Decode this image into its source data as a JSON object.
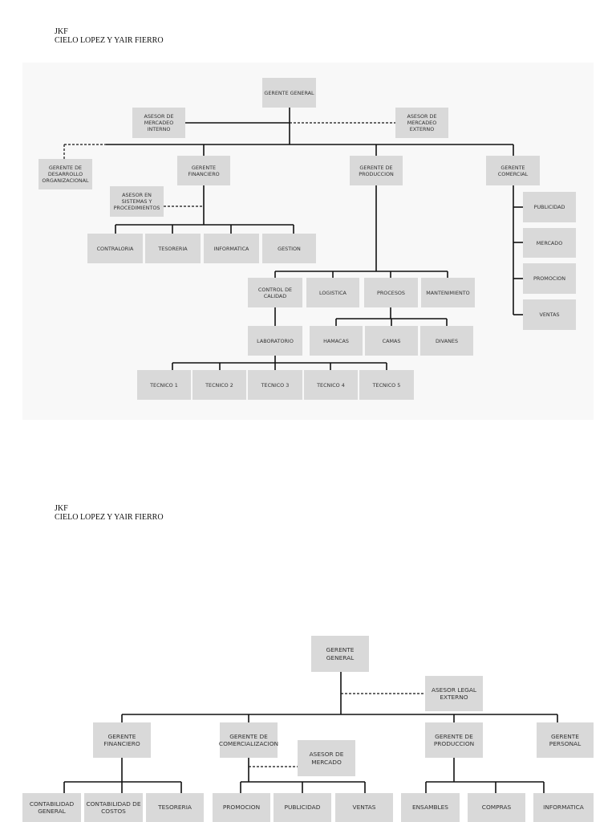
{
  "page1": {
    "header": {
      "line1": "JKF",
      "line2": "CIELO LOPEZ Y YAIR FIERRO"
    },
    "nodes": {
      "gg": "GERENTE GENERAL",
      "ami": "ASESOR DE\nMERCADEO\nINTERNO",
      "ame": "ASESOR DE\nMERCADEO\nEXTERNO",
      "gdo": "GERENTE DE\nDESARROLLO\nORGANIZACIONAL",
      "gf": "GERENTE\nFINANCIERO",
      "gp": "GERENTE DE\nPRODUCCION",
      "gc": "GERENTE\nCOMERCIAL",
      "asp": "ASESOR EN\nSISTEMAS Y\nPROCEDIMIENTOS",
      "contra": "CONTRALORIA",
      "teso": "TESORERIA",
      "info": "INFORMATICA",
      "gest": "GESTION",
      "publi": "PUBLICIDAD",
      "merc": "MERCADO",
      "promo": "PROMOCION",
      "ventas": "VENTAS",
      "cc": "CONTROL DE\nCALIDAD",
      "logi": "LOGISTICA",
      "proc": "PROCESOS",
      "mant": "MANTENIMIENTO",
      "lab": "LABORATORIO",
      "ham": "HAMACAS",
      "camas": "CAMAS",
      "div": "DIVANES",
      "t1": "TECNICO 1",
      "t2": "TECNICO 2",
      "t3": "TECNICO 3",
      "t4": "TECNICO 4",
      "t5": "TECNICO 5"
    }
  },
  "page2": {
    "header": {
      "line1": "JKF",
      "line2": "CIELO LOPEZ Y YAIR FIERRO"
    },
    "nodes": {
      "gg": "GERENTE GENERAL",
      "ale": "ASESOR LEGAL\nEXTERNO",
      "gf": "GERENTE\nFINANCIERO",
      "gcom": "GERENTE DE\nCOMERCIALIZACION",
      "gprod": "GERENTE DE\nPRODUCCION",
      "gpers": "GERENTE\nPERSONAL",
      "am": "ASESOR DE\nMERCADO",
      "cg": "CONTABILIDAD\nGENERAL",
      "cdc": "CONTABILIDAD DE\nCOSTOS",
      "teso": "TESORERIA",
      "promo": "PROMOCION",
      "publi": "PUBLICIDAD",
      "ventas": "VENTAS",
      "ens": "ENSAMBLES",
      "compras": "COMPRAS",
      "info": "INFORMATICA"
    }
  }
}
